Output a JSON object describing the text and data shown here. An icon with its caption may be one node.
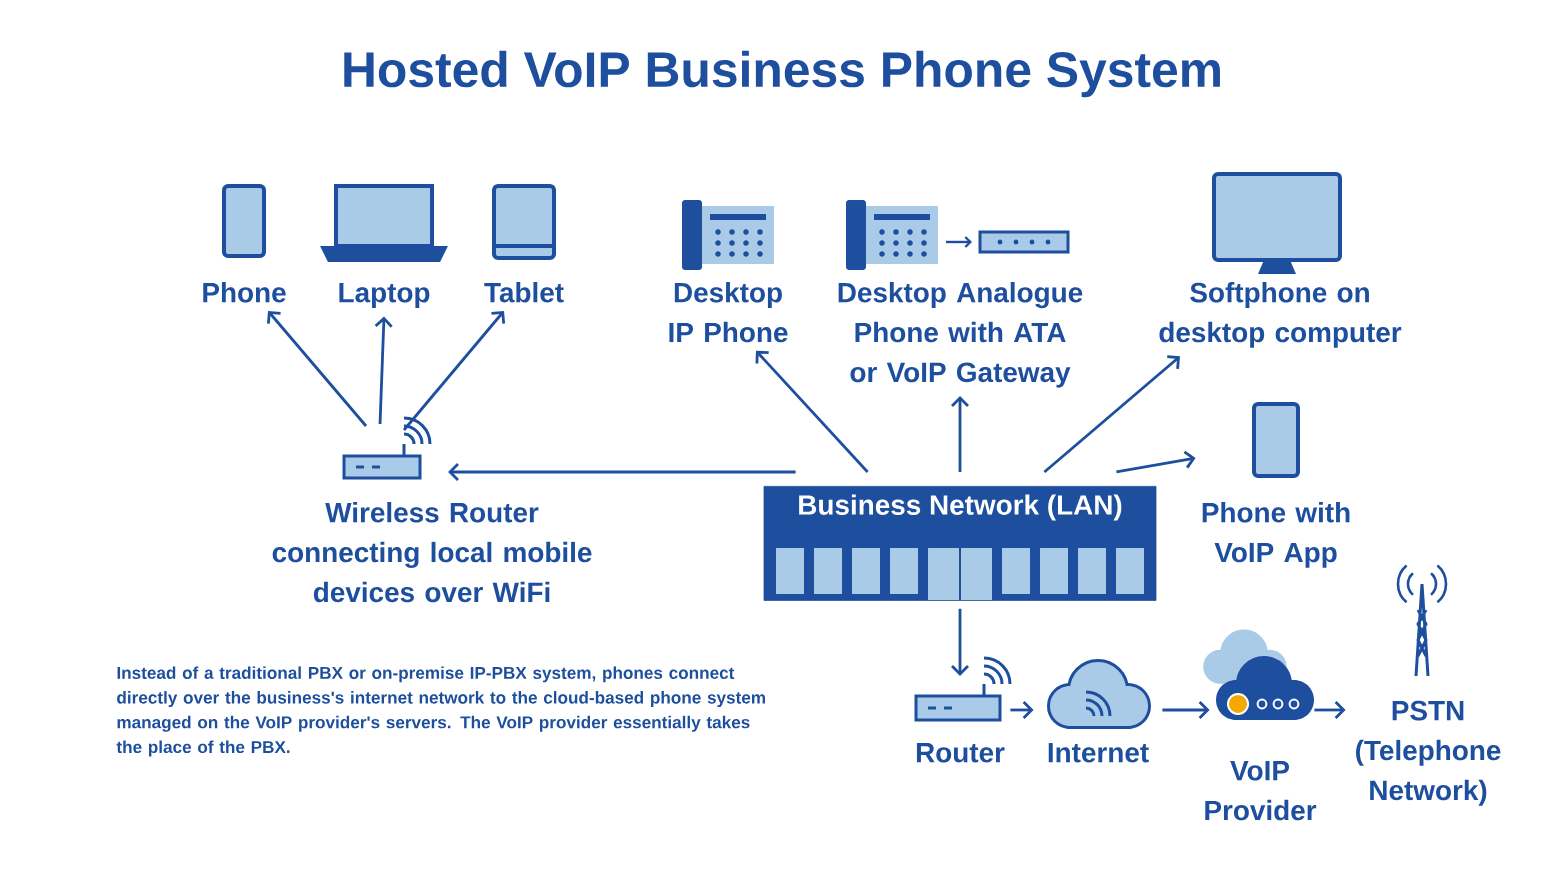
{
  "diagram": {
    "title": "Hosted VoIP Business Phone System",
    "nodes": [
      {
        "text": [
          "Phone"
        ]
      },
      {
        "text": [
          "Laptop"
        ]
      },
      {
        "text": [
          "Tablet"
        ]
      },
      {
        "text": [
          "Desktop IP Phone"
        ]
      },
      {
        "text": [
          "Desktop Analogue Phone with ATA or VoIP Gateway"
        ]
      },
      {
        "text": [
          "Softphone on desktop computer"
        ]
      },
      {
        "text": [
          "Wireless Router connecting local mobile devices over WiFi"
        ]
      },
      {
        "text": [
          "Business Network (LAN)"
        ]
      },
      {
        "text": [
          "Phone with VoIP App"
        ]
      },
      {
        "text": [
          "Router"
        ]
      },
      {
        "text": [
          "Internet"
        ]
      },
      {
        "text": [
          "VoIP Provider"
        ]
      },
      {
        "text": [
          "PSTN (Telephone Network)"
        ]
      }
    ],
    "edges": [
      {
        "from": 6,
        "to": 0,
        "arrow": "to"
      },
      {
        "from": 6,
        "to": 1,
        "arrow": "to"
      },
      {
        "from": 6,
        "to": 2,
        "arrow": "to"
      },
      {
        "from": 7,
        "to": 6,
        "arrow": "to"
      },
      {
        "from": 7,
        "to": 3,
        "arrow": "to"
      },
      {
        "from": 7,
        "to": 4,
        "arrow": "to"
      },
      {
        "from": 7,
        "to": 5,
        "arrow": "to"
      },
      {
        "from": 7,
        "to": 8,
        "arrow": "to"
      },
      {
        "from": 7,
        "to": 9,
        "arrow": "to"
      },
      {
        "from": 9,
        "to": 10,
        "arrow": "to"
      },
      {
        "from": 10,
        "to": 11,
        "arrow": "to"
      },
      {
        "from": 11,
        "to": 12,
        "arrow": "to"
      }
    ],
    "labels": [
      "Instead of a traditional PBX or on-premise IP-PBX system, phones connect directly over the business's internet network to the cloud-based phone system managed on the VoIP provider's servers. The VoIP provider essentially takes the place of the PBX."
    ]
  }
}
